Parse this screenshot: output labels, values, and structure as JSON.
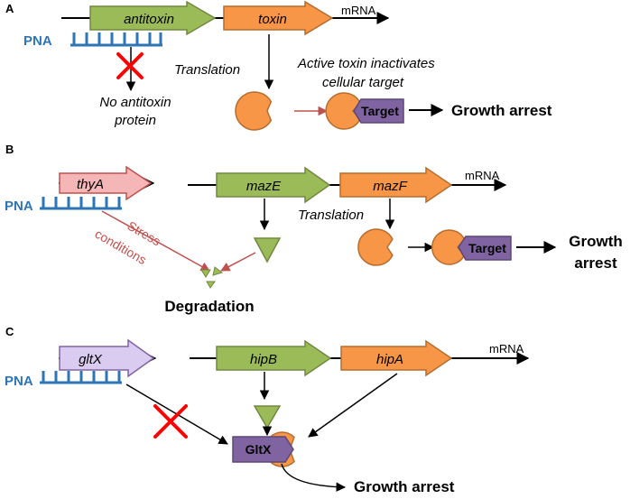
{
  "panels": {
    "a": {
      "letter": "A",
      "gene1": "antitoxin",
      "gene2": "toxin",
      "mrna": "mRNA",
      "pna": "PNA",
      "translation": "Translation",
      "active_line1": "Active toxin inactivates",
      "active_line2": "cellular target",
      "no_antitoxin_line1": "No antitoxin",
      "no_antitoxin_line2": "protein",
      "target": "Target",
      "growth_arrest": "Growth arrest"
    },
    "b": {
      "letter": "B",
      "gene0": "thyA",
      "gene1": "mazE",
      "gene2": "mazF",
      "mrna": "mRNA",
      "pna": "PNA",
      "stress_line1": "Stress",
      "stress_line2": "conditions",
      "translation": "Translation",
      "degradation": "Degradation",
      "target": "Target",
      "growth_line1": "Growth",
      "growth_line2": "arrest"
    },
    "c": {
      "letter": "C",
      "gene0": "gltX",
      "gene1": "hipB",
      "gene2": "hipA",
      "mrna": "mRNA",
      "pna": "PNA",
      "gltx": "GltX",
      "growth_arrest": "Growth arrest"
    }
  },
  "colors": {
    "toxin_orange": "#f79646",
    "antitoxin_green": "#9bbb59",
    "thya_pink": "#f4b6b6",
    "gltx_lavender": "#d9ccf0",
    "pna_blue": "#2e75b6",
    "target_purple": "#8064a2",
    "block_red": "#ff0000",
    "stress_red": "#c0504d"
  }
}
